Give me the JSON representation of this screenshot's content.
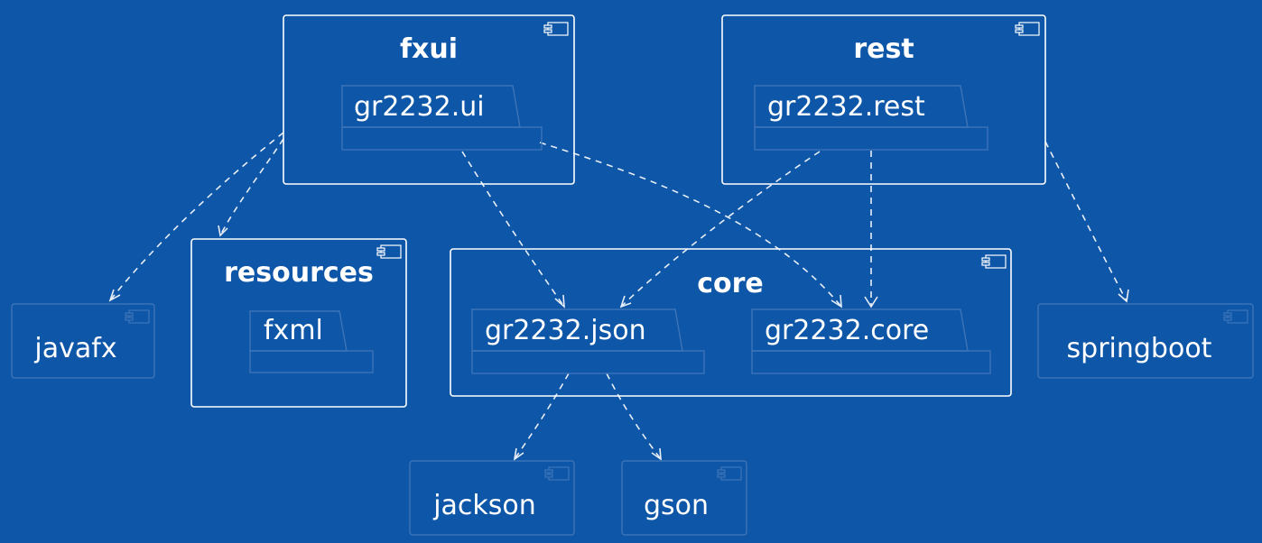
{
  "components": {
    "fxui": {
      "title": "fxui",
      "package": "gr2232.ui"
    },
    "rest": {
      "title": "rest",
      "package": "gr2232.rest"
    },
    "resources": {
      "title": "resources",
      "package": "fxml"
    },
    "core": {
      "title": "core",
      "packages": [
        "gr2232.json",
        "gr2232.core"
      ]
    }
  },
  "external": {
    "javafx": "javafx",
    "springboot": "springboot",
    "jackson": "jackson",
    "gson": "gson"
  },
  "colors": {
    "background": "#0d56a8",
    "line": "#ffffff",
    "faint_border": "#3d74b8"
  },
  "icons": [
    "component-icon"
  ]
}
